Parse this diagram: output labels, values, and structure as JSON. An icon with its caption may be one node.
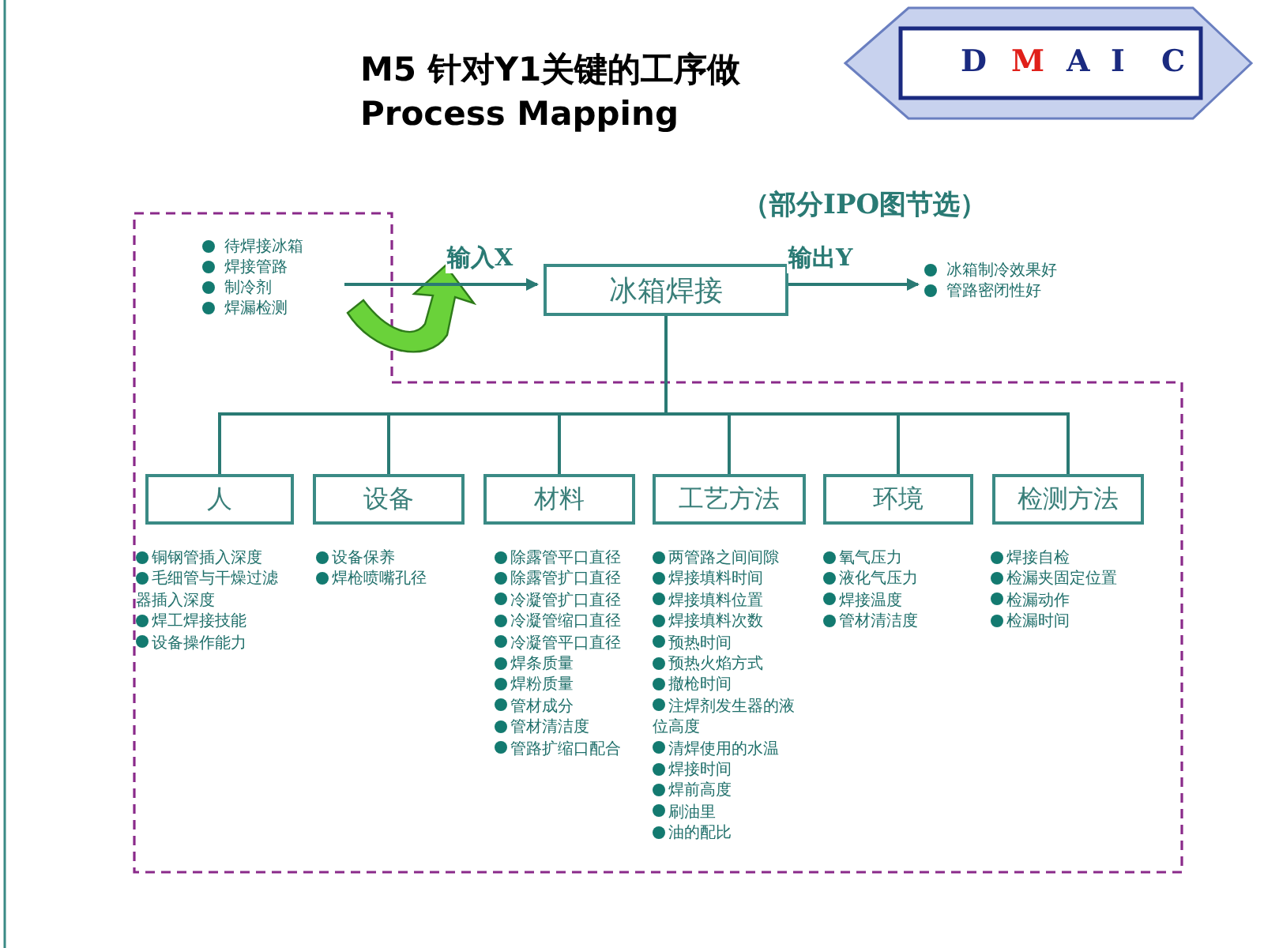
{
  "diagram": {
    "title": "M5 针对Y1关键的工序做 Process Mapping",
    "nodes": [
      {
        "text": [
          "待焊接冰箱",
          "焊接管路",
          "制冷剂",
          "焊漏检测"
        ]
      },
      {
        "text": [
          "冰箱焊接"
        ]
      },
      {
        "text": [
          "冰箱制冷效果好",
          "管路密闭性好"
        ]
      },
      {
        "text": [
          "人"
        ],
        "beside": [
          "铜钢管插入深度",
          "毛细管与干燥过滤器插入深度",
          "焊工焊接技能",
          "设备操作能力"
        ]
      },
      {
        "text": [
          "设备"
        ],
        "beside": [
          "设备保养",
          "焊枪喷嘴孔径"
        ]
      },
      {
        "text": [
          "材料"
        ],
        "beside": [
          "除露管平口直径",
          "除露管扩口直径",
          "冷凝管扩口直径",
          "冷凝管缩口直径",
          "冷凝管平口直径",
          "焊条质量",
          "焊粉质量",
          "管材成分",
          "管材清洁度",
          "管路扩缩口配合"
        ]
      },
      {
        "text": [
          "工艺方法"
        ],
        "beside": [
          "两管路之间间隙",
          "焊接填料时间",
          "焊接填料位置",
          "焊接填料次数",
          "预热时间",
          "预热火焰方式",
          "撤枪时间",
          "注焊剂发生器的液位高度",
          "清焊使用的水温",
          "焊接时间",
          "焊前高度",
          "刷油里",
          "油的配比"
        ]
      },
      {
        "text": [
          "环境"
        ],
        "beside": [
          "氧气压力",
          "液化气压力",
          "焊接温度",
          "管材清洁度"
        ]
      },
      {
        "text": [
          "检测方法"
        ],
        "beside": [
          "焊接自检",
          "检漏夹固定位置",
          "检漏动作",
          "检漏时间"
        ]
      }
    ],
    "edges": [
      {
        "from": 0,
        "to": 1,
        "arrow": "to",
        "label": "输入X"
      },
      {
        "from": 1,
        "to": 2,
        "arrow": "to",
        "label": "输出Y"
      },
      {
        "from": 1,
        "to": 3,
        "arrow": "none"
      },
      {
        "from": 1,
        "to": 4,
        "arrow": "none"
      },
      {
        "from": 1,
        "to": 5,
        "arrow": "none"
      },
      {
        "from": 1,
        "to": 6,
        "arrow": "none"
      },
      {
        "from": 1,
        "to": 7,
        "arrow": "none"
      },
      {
        "from": 1,
        "to": 8,
        "arrow": "none"
      }
    ],
    "labels": [
      "D",
      "M",
      "A",
      "I",
      "C",
      "（部分IPO图节选）"
    ]
  }
}
